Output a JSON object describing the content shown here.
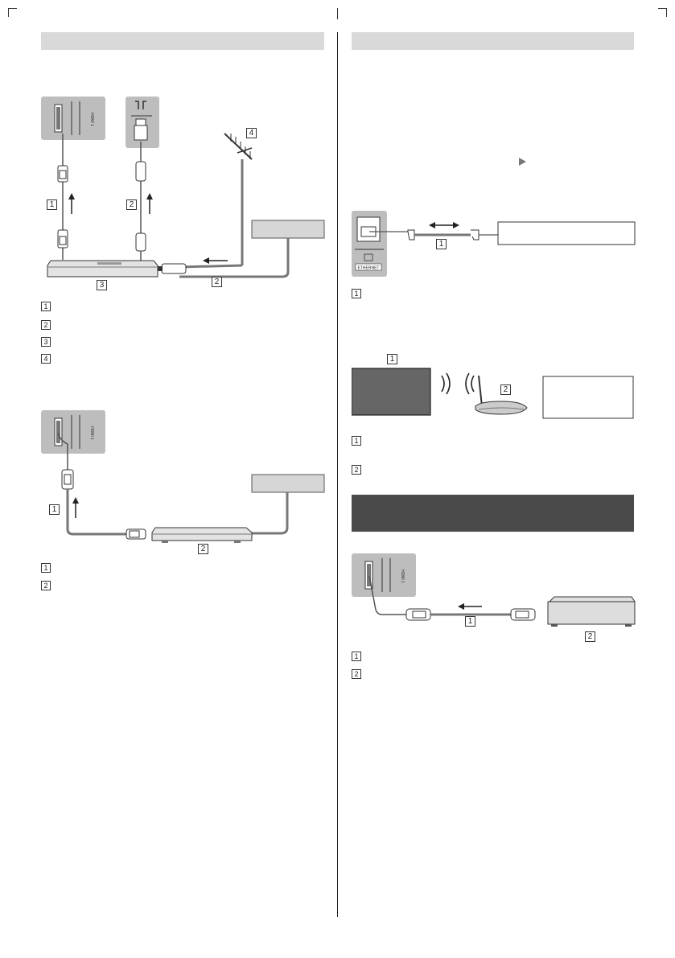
{
  "page": {
    "section_left_title": "",
    "section_right_title": "",
    "section_right_dark_title": ""
  },
  "diagram_a": {
    "badges": [
      "1",
      "2",
      "3",
      "4",
      "2"
    ],
    "port_label": "HDMI 1",
    "legend": [
      {
        "num": "1",
        "text": ""
      },
      {
        "num": "2",
        "text": ""
      },
      {
        "num": "3",
        "text": ""
      },
      {
        "num": "4",
        "text": ""
      }
    ]
  },
  "diagram_b": {
    "badges": [
      "1",
      "2"
    ],
    "port_label": "HDMI 1",
    "legend": [
      {
        "num": "1",
        "text": ""
      },
      {
        "num": "2",
        "text": ""
      }
    ]
  },
  "diagram_c": {
    "badge": "1",
    "port_label": "ETHERNET",
    "legend": [
      {
        "num": "1",
        "text": ""
      }
    ]
  },
  "diagram_d": {
    "badges": [
      "1",
      "2"
    ],
    "legend": [
      {
        "num": "1",
        "text": ""
      },
      {
        "num": "2",
        "text": ""
      }
    ]
  },
  "diagram_e": {
    "badges": [
      "1",
      "2"
    ],
    "port_label": "HDMI 1",
    "legend": [
      {
        "num": "1",
        "text": ""
      },
      {
        "num": "2",
        "text": ""
      }
    ]
  }
}
